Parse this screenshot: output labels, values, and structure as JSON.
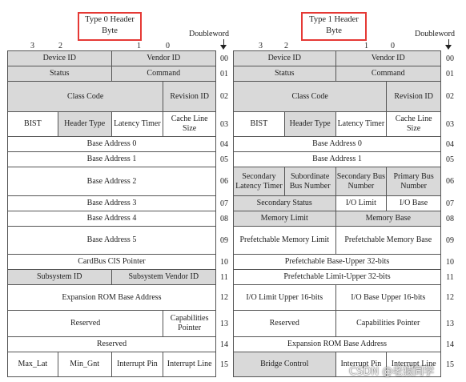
{
  "type0": {
    "title_line1": "Type 0 Header",
    "title_line2": "Byte",
    "byte_labels": [
      "3",
      "2",
      "1",
      "0"
    ],
    "doubleword_label": "Doubleword",
    "rows": [
      [
        {
          "text": "Device ID",
          "span": 2,
          "shade": "g"
        },
        {
          "text": "Vendor ID",
          "span": 2,
          "shade": "g"
        }
      ],
      [
        {
          "text": "Status",
          "span": 2,
          "shade": "g"
        },
        {
          "text": "Command",
          "span": 2,
          "shade": "g"
        }
      ],
      [
        {
          "text": "Class Code",
          "span": 3,
          "shade": "g"
        },
        {
          "text": "Revision ID",
          "span": 1,
          "shade": "g"
        }
      ],
      [
        {
          "text": "BIST",
          "span": 1,
          "shade": "w"
        },
        {
          "text": "Header Type",
          "span": 1,
          "shade": "g"
        },
        {
          "text": "Latency Timer",
          "span": 1,
          "shade": "w"
        },
        {
          "text": "Cache Line Size",
          "span": 1,
          "shade": "w"
        }
      ],
      [
        {
          "text": "Base Address 0",
          "span": 4,
          "shade": "w"
        }
      ],
      [
        {
          "text": "Base Address 1",
          "span": 4,
          "shade": "w"
        }
      ],
      [
        {
          "text": "Base Address 2",
          "span": 4,
          "shade": "w"
        }
      ],
      [
        {
          "text": "Base Address 3",
          "span": 4,
          "shade": "w"
        }
      ],
      [
        {
          "text": "Base Address 4",
          "span": 4,
          "shade": "w"
        }
      ],
      [
        {
          "text": "Base Address 5",
          "span": 4,
          "shade": "w"
        }
      ],
      [
        {
          "text": "CardBus CIS Pointer",
          "span": 4,
          "shade": "w"
        }
      ],
      [
        {
          "text": "Subsystem ID",
          "span": 2,
          "shade": "g"
        },
        {
          "text": "Subsystem Vendor ID",
          "span": 2,
          "shade": "g"
        }
      ],
      [
        {
          "text": "Expansion ROM Base Address",
          "span": 4,
          "shade": "w"
        }
      ],
      [
        {
          "text": "Reserved",
          "span": 3,
          "shade": "w"
        },
        {
          "text": "Capabilities Pointer",
          "span": 1,
          "shade": "w"
        }
      ],
      [
        {
          "text": "Reserved",
          "span": 4,
          "shade": "w"
        }
      ],
      [
        {
          "text": "Max_Lat",
          "span": 1,
          "shade": "w"
        },
        {
          "text": "Min_Gnt",
          "span": 1,
          "shade": "w"
        },
        {
          "text": "Interrupt Pin",
          "span": 1,
          "shade": "w"
        },
        {
          "text": "Interrupt Line",
          "span": 1,
          "shade": "w"
        }
      ]
    ]
  },
  "type1": {
    "title_line1": "Type 1 Header",
    "title_line2": "Byte",
    "byte_labels": [
      "3",
      "2",
      "1",
      "0"
    ],
    "doubleword_label": "Doubleword",
    "rows": [
      [
        {
          "text": "Device ID",
          "span": 2,
          "shade": "g"
        },
        {
          "text": "Vendor ID",
          "span": 2,
          "shade": "g"
        }
      ],
      [
        {
          "text": "Status",
          "span": 2,
          "shade": "g"
        },
        {
          "text": "Command",
          "span": 2,
          "shade": "g"
        }
      ],
      [
        {
          "text": "Class Code",
          "span": 3,
          "shade": "g"
        },
        {
          "text": "Revision ID",
          "span": 1,
          "shade": "g"
        }
      ],
      [
        {
          "text": "BIST",
          "span": 1,
          "shade": "w"
        },
        {
          "text": "Header Type",
          "span": 1,
          "shade": "g"
        },
        {
          "text": "Latency Timer",
          "span": 1,
          "shade": "w"
        },
        {
          "text": "Cache Line Size",
          "span": 1,
          "shade": "w"
        }
      ],
      [
        {
          "text": "Base Address 0",
          "span": 4,
          "shade": "w"
        }
      ],
      [
        {
          "text": "Base Address 1",
          "span": 4,
          "shade": "w"
        }
      ],
      [
        {
          "text": "Secondary Latency Timer",
          "span": 1,
          "shade": "g"
        },
        {
          "text": "Subordinate Bus Number",
          "span": 1,
          "shade": "g"
        },
        {
          "text": "Secondary Bus Number",
          "span": 1,
          "shade": "g"
        },
        {
          "text": "Primary Bus Number",
          "span": 1,
          "shade": "g"
        }
      ],
      [
        {
          "text": "Secondary Status",
          "span": 2,
          "shade": "g"
        },
        {
          "text": "I/O Limit",
          "span": 1,
          "shade": "w"
        },
        {
          "text": "I/O Base",
          "span": 1,
          "shade": "w"
        }
      ],
      [
        {
          "text": "Memory Limit",
          "span": 2,
          "shade": "g"
        },
        {
          "text": "Memory Base",
          "span": 2,
          "shade": "g"
        }
      ],
      [
        {
          "text": "Prefetchable Memory Limit",
          "span": 2,
          "shade": "w"
        },
        {
          "text": "Prefetchable Memory Base",
          "span": 2,
          "shade": "w"
        }
      ],
      [
        {
          "text": "Prefetchable Base-Upper 32-bits",
          "span": 4,
          "shade": "w"
        }
      ],
      [
        {
          "text": "Prefetchable Limit-Upper 32-bits",
          "span": 4,
          "shade": "w"
        }
      ],
      [
        {
          "text": "I/O Limit Upper 16-bits",
          "span": 2,
          "shade": "w"
        },
        {
          "text": "I/O Base Upper 16-bits",
          "span": 2,
          "shade": "w"
        }
      ],
      [
        {
          "text": "Reserved",
          "span": 2,
          "shade": "w"
        },
        {
          "text": "Capabilities Pointer",
          "span": 2,
          "shade": "w"
        }
      ],
      [
        {
          "text": "Expansion ROM Base Address",
          "span": 4,
          "shade": "w"
        }
      ],
      [
        {
          "text": "Bridge Control",
          "span": 2,
          "shade": "g"
        },
        {
          "text": "Interrupt Pin",
          "span": 1,
          "shade": "w"
        },
        {
          "text": "Interrupt Line",
          "span": 1,
          "shade": "w"
        }
      ]
    ]
  },
  "doubleword_numbers": [
    "00",
    "01",
    "02",
    "03",
    "04",
    "05",
    "06",
    "07",
    "08",
    "09",
    "10",
    "11",
    "12",
    "13",
    "14",
    "15"
  ],
  "watermark": "CSDN @老猿同学"
}
